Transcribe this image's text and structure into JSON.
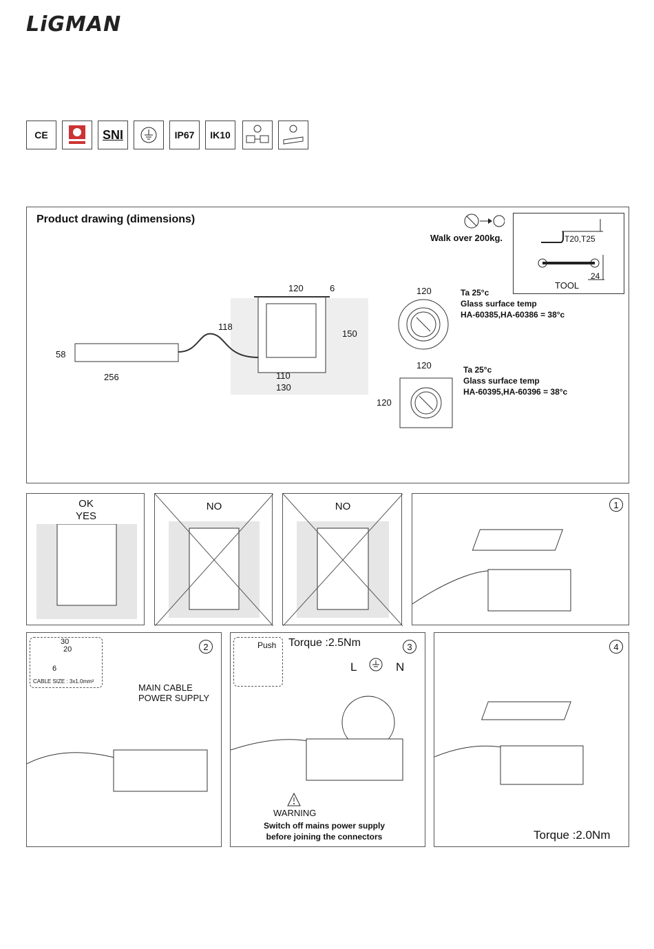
{
  "brand": "LiGMAN",
  "certifications": [
    "CE",
    "SIRIM",
    "SNI",
    "earth",
    "IP67",
    "IK10",
    "ip-tool-a",
    "ip-tool-b"
  ],
  "cert_labels": {
    "ce": "CE",
    "sni": "SNI",
    "ip": "IP67",
    "ik": "IK10"
  },
  "drawing": {
    "title": "Product drawing (dimensions)",
    "walk_over": "Walk over 200kg.",
    "tool_label": "TOOL",
    "tool_torx": "T20,T25",
    "tool_wrench": "24",
    "dims": {
      "w120": "120",
      "six": "6",
      "h118": "118",
      "h150": "150",
      "h58": "58",
      "w256": "256",
      "w110": "110",
      "w130": "130",
      "round_w": "120",
      "square_w": "120",
      "square_h": "120"
    },
    "round_note": [
      "Ta 25°c",
      "Glass surface temp",
      "HA-60385,HA-60386 = 38°c"
    ],
    "square_note": [
      "Ta 25°c",
      "Glass surface temp",
      "HA-60395,HA-60396 = 38°c"
    ]
  },
  "install": {
    "ok_label": "OK",
    "yes_label": "YES",
    "no1_label": "NO",
    "no2_label": "NO"
  },
  "steps": {
    "s1": "1",
    "s2": "2",
    "s3": "3",
    "s4": "4",
    "cable_dims": {
      "a": "30",
      "b": "20",
      "c": "6"
    },
    "cable_size": "CABLE SIZE : 3x1.0mm²",
    "main_cable": "MAIN CABLE",
    "power_supply": "POWER SUPPLY",
    "push": "Push",
    "torque3": "Torque :2.5Nm",
    "L": "L",
    "N": "N",
    "warning": "WARNING",
    "warning_text1": "Switch off mains power supply",
    "warning_text2": "before joining the connectors",
    "torque4": "Torque :2.0Nm"
  }
}
